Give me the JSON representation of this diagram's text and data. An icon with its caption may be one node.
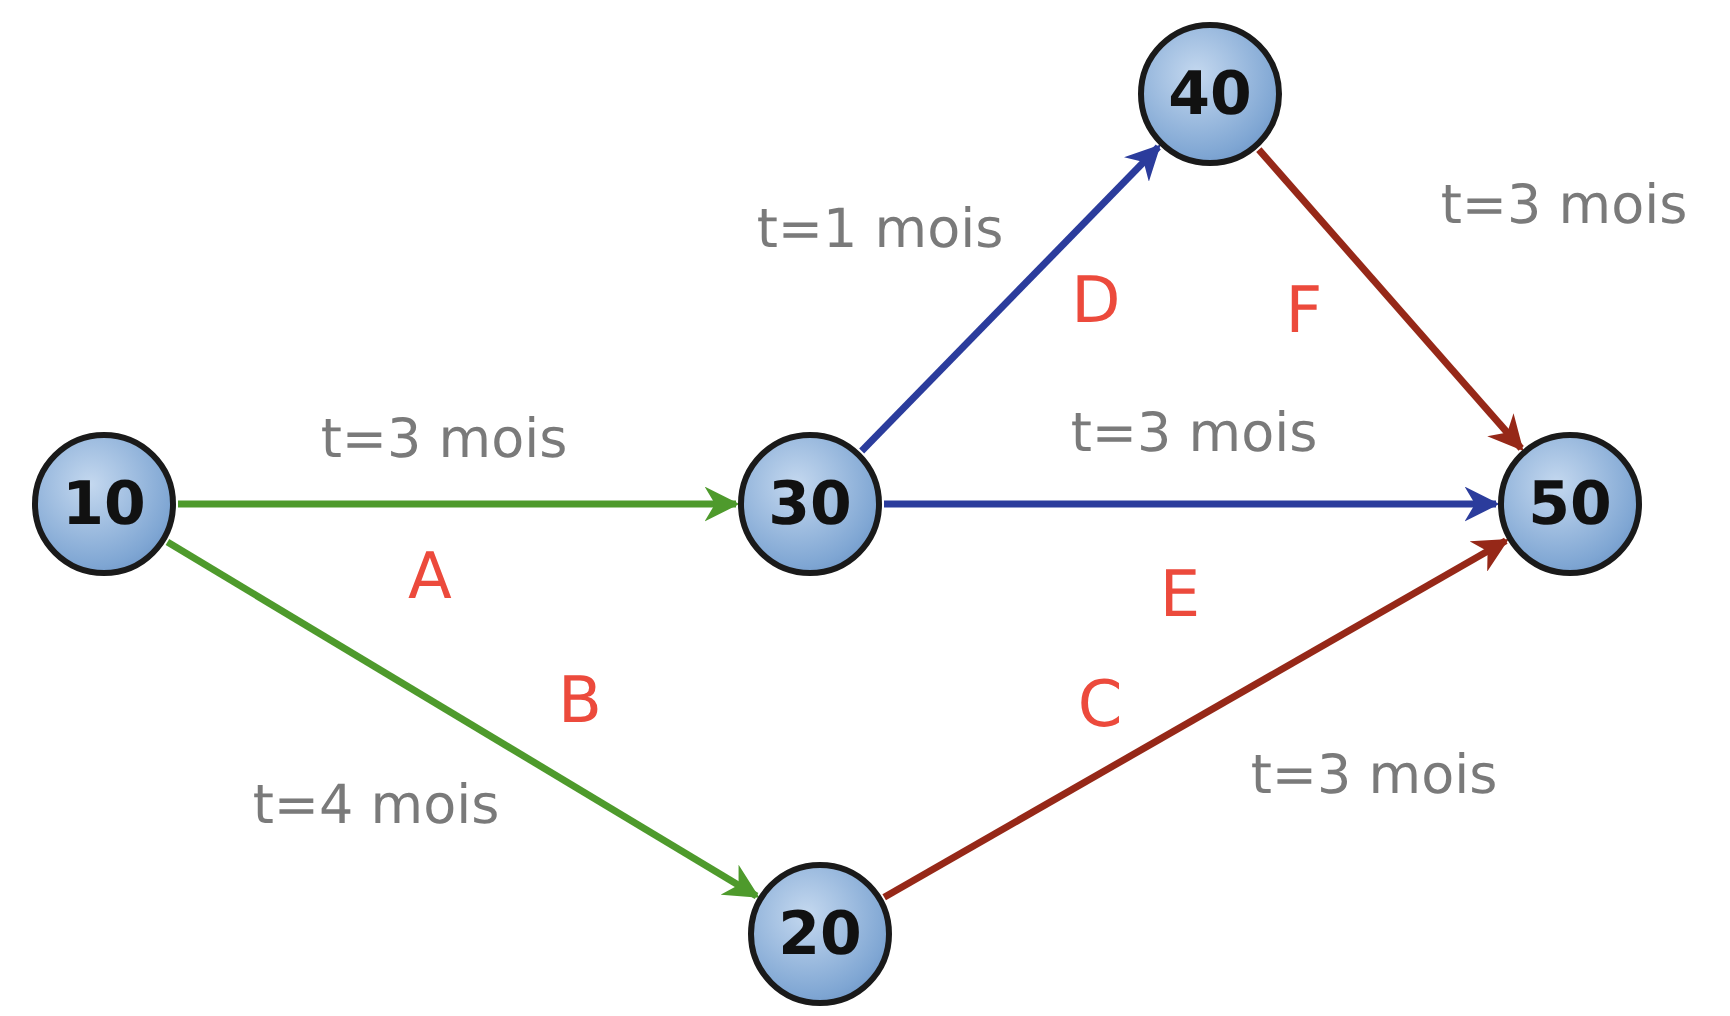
{
  "diagram": {
    "nodes": [
      {
        "text": [
          "10"
        ]
      },
      {
        "text": [
          "30"
        ]
      },
      {
        "text": [
          "40"
        ]
      },
      {
        "text": [
          "50"
        ]
      },
      {
        "text": [
          "20"
        ]
      }
    ],
    "edges": [
      {
        "from": 0,
        "to": 1,
        "arrow": "to",
        "label": "A",
        "color": "#4e9a2c"
      },
      {
        "from": 0,
        "to": 4,
        "arrow": "to",
        "label": "B",
        "color": "#4e9a2c"
      },
      {
        "from": 1,
        "to": 2,
        "arrow": "to",
        "label": "D",
        "color": "#2b3c9c"
      },
      {
        "from": 1,
        "to": 3,
        "arrow": "to",
        "label": "E",
        "color": "#2b3c9c"
      },
      {
        "from": 2,
        "to": 3,
        "arrow": "to",
        "label": "F",
        "color": "#962818"
      },
      {
        "from": 4,
        "to": 3,
        "arrow": "to",
        "label": "C",
        "color": "#962818"
      }
    ],
    "labels": [
      "t=1 mois",
      "t=3 mois",
      "t=3 mois",
      "t=3 mois",
      "t=4 mois",
      "t=3 mois"
    ]
  }
}
